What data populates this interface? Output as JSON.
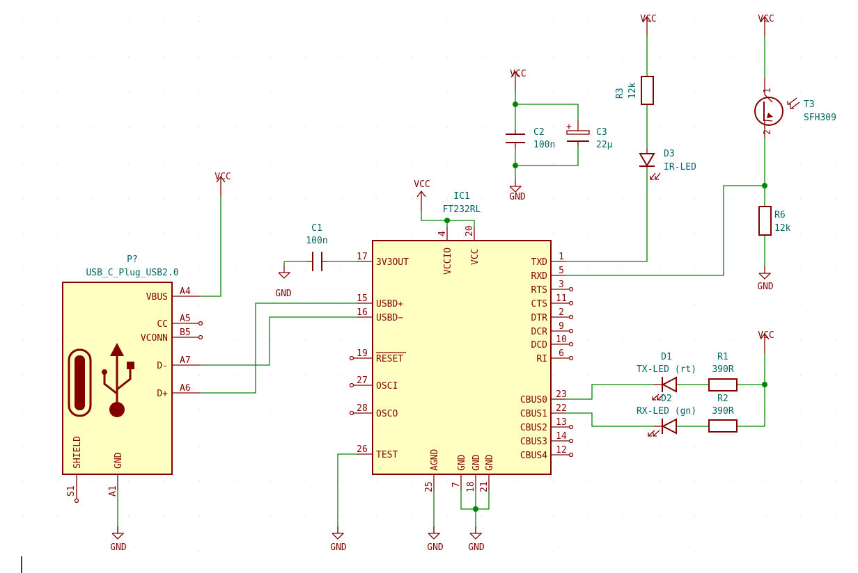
{
  "conn": {
    "ref": "P?",
    "value": "USB_C_Plug_USB2.0",
    "pins": {
      "a4": "A4",
      "a5": "A5",
      "b5": "B5",
      "a7": "A7",
      "a6": "A6",
      "s1": "S1",
      "a1": "A1"
    },
    "names": {
      "vbus": "VBUS",
      "cc": "CC",
      "vconn": "VCONN",
      "dm": "D-",
      "dp": "D+",
      "shield": "SHIELD",
      "gnd": "GND"
    }
  },
  "ic1": {
    "ref": "IC1",
    "value": "FT232RL",
    "pin_numbers": {
      "p17": "17",
      "p15": "15",
      "p16": "16",
      "p19": "19",
      "p27": "27",
      "p28": "28",
      "p26": "26",
      "p1": "1",
      "p5": "5",
      "p3": "3",
      "p11": "11",
      "p2": "2",
      "p9": "9",
      "p10": "10",
      "p6": "6",
      "p23": "23",
      "p22": "22",
      "p13": "13",
      "p14": "14",
      "p12": "12",
      "p4": "4",
      "p20": "20",
      "p25": "25",
      "p7": "7",
      "p18": "18",
      "p21": "21"
    },
    "pin_names": {
      "v3out": "3V3OUT",
      "usbdp": "USBD+",
      "usbdm": "USBD−",
      "reset": "RESET",
      "osci": "OSCI",
      "osco": "OSCO",
      "test": "TEST",
      "txd": "TXD",
      "rxd": "RXD",
      "rts": "RTS",
      "cts": "CTS",
      "dtr": "DTR",
      "dcr": "DCR",
      "dcd": "DCD",
      "ri": "RI",
      "cbus0": "CBUS0",
      "cbus1": "CBUS1",
      "cbus2": "CBUS2",
      "cbus3": "CBUS3",
      "cbus4": "CBUS4",
      "vccio": "VCCIO",
      "vcc": "VCC",
      "agnd": "AGND",
      "gnd1": "GND",
      "gnd2": "GND",
      "gnd3": "GND"
    }
  },
  "c1": {
    "ref": "C1",
    "value": "100n"
  },
  "c2": {
    "ref": "C2",
    "value": "100n"
  },
  "c3": {
    "ref": "C3",
    "value": "22µ"
  },
  "r3": {
    "ref": "R3",
    "value": "12k"
  },
  "d3": {
    "ref": "D3",
    "value": "IR-LED"
  },
  "t3": {
    "ref": "T3",
    "value": "SFH309",
    "pin1": "1",
    "pin2": "2"
  },
  "r6": {
    "ref": "R6",
    "value": "12k"
  },
  "d1": {
    "ref": "D1",
    "value": "TX-LED (rt)"
  },
  "r1": {
    "ref": "R1",
    "value": "390R"
  },
  "d2": {
    "ref": "D2",
    "value": "RX-LED (gn)"
  },
  "r2": {
    "ref": "R2",
    "value": "390R"
  },
  "power": {
    "vcc": "VCC",
    "gnd": "GND"
  },
  "colors": {
    "wire": "#008400",
    "symbol": "#840000",
    "fill": "#ffffc2",
    "ref": "#006464"
  }
}
